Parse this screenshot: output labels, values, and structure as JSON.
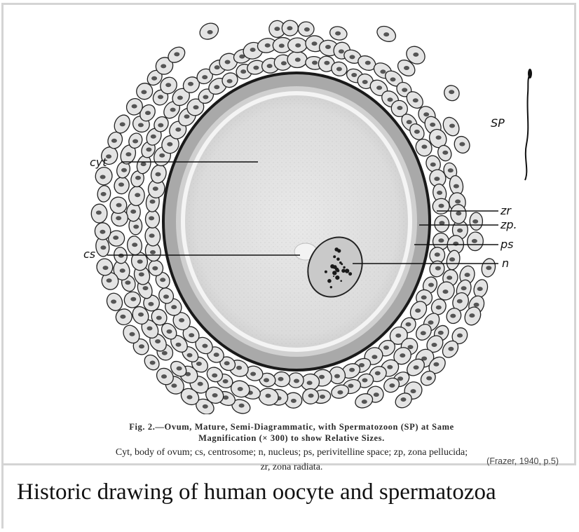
{
  "figure": {
    "labels": {
      "cyt": "cyt",
      "cs": "cs",
      "sp": "SP",
      "zr": "zr",
      "zp": "zp.",
      "ps": "ps",
      "n": "n"
    }
  },
  "caption": {
    "title_line1": "Fig. 2.—Ovum, Mature, Semi-Diagrammatic, with Spermatozoon (SP) at Same",
    "title_line2": "Magnification (× 300) to show Relative Sizes.",
    "legend_line1": "Cyt, body of ovum; cs, centrosome; n, nucleus; ps, perivitelline space; zp, zona pellucida;",
    "legend_line2": "zr, zona radiata.",
    "credit": "(Frazer, 1940, p.5)"
  },
  "page_caption": "Historic drawing of human oocyte and spermatozoa"
}
